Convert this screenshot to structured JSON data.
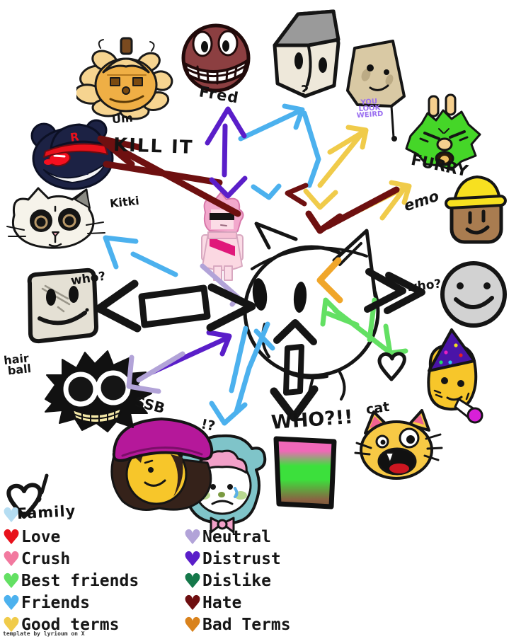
{
  "labels": {
    "um": "Um",
    "fred": "Fred",
    "question": "?",
    "weird_1": "YOU",
    "weird_2": "LOOK",
    "weird_3": "WEIRD",
    "furry": "FURRY",
    "emo": "emo",
    "who_right": "who?",
    "cat": "cat",
    "who_flag": "WHO?!!",
    "ssb": "SSB",
    "hair": "hair",
    "ball": "ball",
    "who_left": "who?",
    "kitki": "Kitki",
    "killit": "KILL IT",
    "bluebear_mark": "!?",
    "cap_r": "R"
  },
  "legend": {
    "heart_glyph": "♥",
    "left": [
      {
        "label": "Family",
        "color": "#b5ddf2"
      },
      {
        "label": "Love",
        "color": "#e8111b"
      },
      {
        "label": "Crush",
        "color": "#f2799f"
      },
      {
        "label": "Best friends",
        "color": "#63e063"
      },
      {
        "label": "Friends",
        "color": "#4cb1ee"
      },
      {
        "label": "Good terms",
        "color": "#f0cb4a"
      }
    ],
    "right": [
      {
        "label": "Neutral",
        "color": "#b2a3d8"
      },
      {
        "label": "Distrust",
        "color": "#5a1ec9"
      },
      {
        "label": "Dislike",
        "color": "#15784a"
      },
      {
        "label": "Hate",
        "color": "#6e0e10"
      },
      {
        "label": "Bad Terms",
        "color": "#d9821c"
      }
    ],
    "exclaim": "!",
    "credit": "template by lyrioum on X"
  },
  "drawing": {
    "flag_colors": [
      "#f068b8",
      "#3ce03c",
      "#8a6242"
    ],
    "arrow_palette": {
      "friends": "#4cb1ee",
      "good_terms": "#f0cb4a",
      "distrust": "#5a1ec9",
      "neutral": "#b2a3d8",
      "hate": "#6e1010",
      "best_friends": "#63e063",
      "bad_terms": "#f0a62a",
      "sketch": "#151515"
    }
  }
}
